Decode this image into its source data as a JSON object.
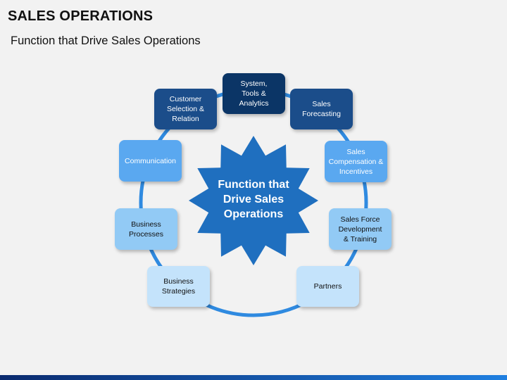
{
  "slide": {
    "title": "SALES OPERATIONS",
    "subtitle": "Function that Drive Sales Operations"
  },
  "diagram": {
    "center_label": "Function that\nDrive Sales\nOperations",
    "colors": {
      "ring": "#2f8ae0",
      "star": "#1f6fbf",
      "dark": "#0b3566",
      "navy": "#1b4d8a",
      "mid": "#5aa8f0",
      "light": "#92caf5",
      "pale": "#c4e3fb"
    },
    "nodes": [
      {
        "id": "system-tools-analytics",
        "label": "System,\nTools &\nAnalytics"
      },
      {
        "id": "sales-forecasting",
        "label": "Sales\nForecasting"
      },
      {
        "id": "sales-compensation-incentives",
        "label": "Sales\nCompensation &\nIncentives"
      },
      {
        "id": "sales-force-development-training",
        "label": "Sales Force\nDevelopment\n& Training"
      },
      {
        "id": "partners",
        "label": "Partners"
      },
      {
        "id": "business-strategies",
        "label": "Business\nStrategies"
      },
      {
        "id": "business-processes",
        "label": "Business\nProcesses"
      },
      {
        "id": "communication",
        "label": "Communication"
      },
      {
        "id": "customer-selection-relation",
        "label": "Customer\nSelection &\nRelation"
      }
    ]
  }
}
